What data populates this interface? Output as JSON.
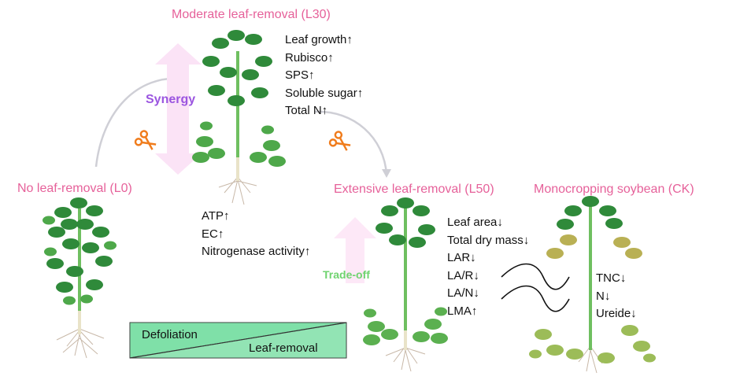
{
  "colors": {
    "title_pink": "#e6619a",
    "synergy_purple": "#9b55e0",
    "tradeoff_green": "#6fd36f",
    "arrow_pink": "#fbe3f6",
    "stem_green": "#52b04d",
    "leaf_dark": "#2f8a3a",
    "leaf_mid": "#4ea84a",
    "leaf_light": "#8cca70",
    "leaf_yellow": "#c9b65a",
    "scissors_orange": "#f07c1c",
    "box_fill": "#7fe0a8"
  },
  "conditions": {
    "l0": "No leaf-removal (L0)",
    "l30": "Moderate leaf-removal (L30)",
    "l50": "Extensive leaf-removal (L50)",
    "ck": "Monocropping soybean (CK)"
  },
  "l30_effects": [
    "Leaf growth↑",
    "Rubisco↑",
    "SPS↑",
    "Soluble sugar↑",
    "Total N↑"
  ],
  "root_effects": [
    "ATP↑",
    "EC↑",
    "Nitrogenase activity↑"
  ],
  "l50_effects": [
    "Leaf area↓",
    "Total dry mass↓",
    "LAR↓",
    "LA/R↓",
    "LA/N↓",
    "LMA↑"
  ],
  "ck_effects": [
    "TNC↓",
    "N↓",
    "Ureide↓"
  ],
  "relations": {
    "synergy": "Synergy",
    "tradeoff": "Trade-off"
  },
  "legend_box": {
    "top_label": "Defoliation",
    "bottom_label": "Leaf-removal"
  },
  "icons": [
    "scissors-icon",
    "scissors-icon",
    "up-arrow",
    "double-arrow",
    "wave-icon"
  ]
}
